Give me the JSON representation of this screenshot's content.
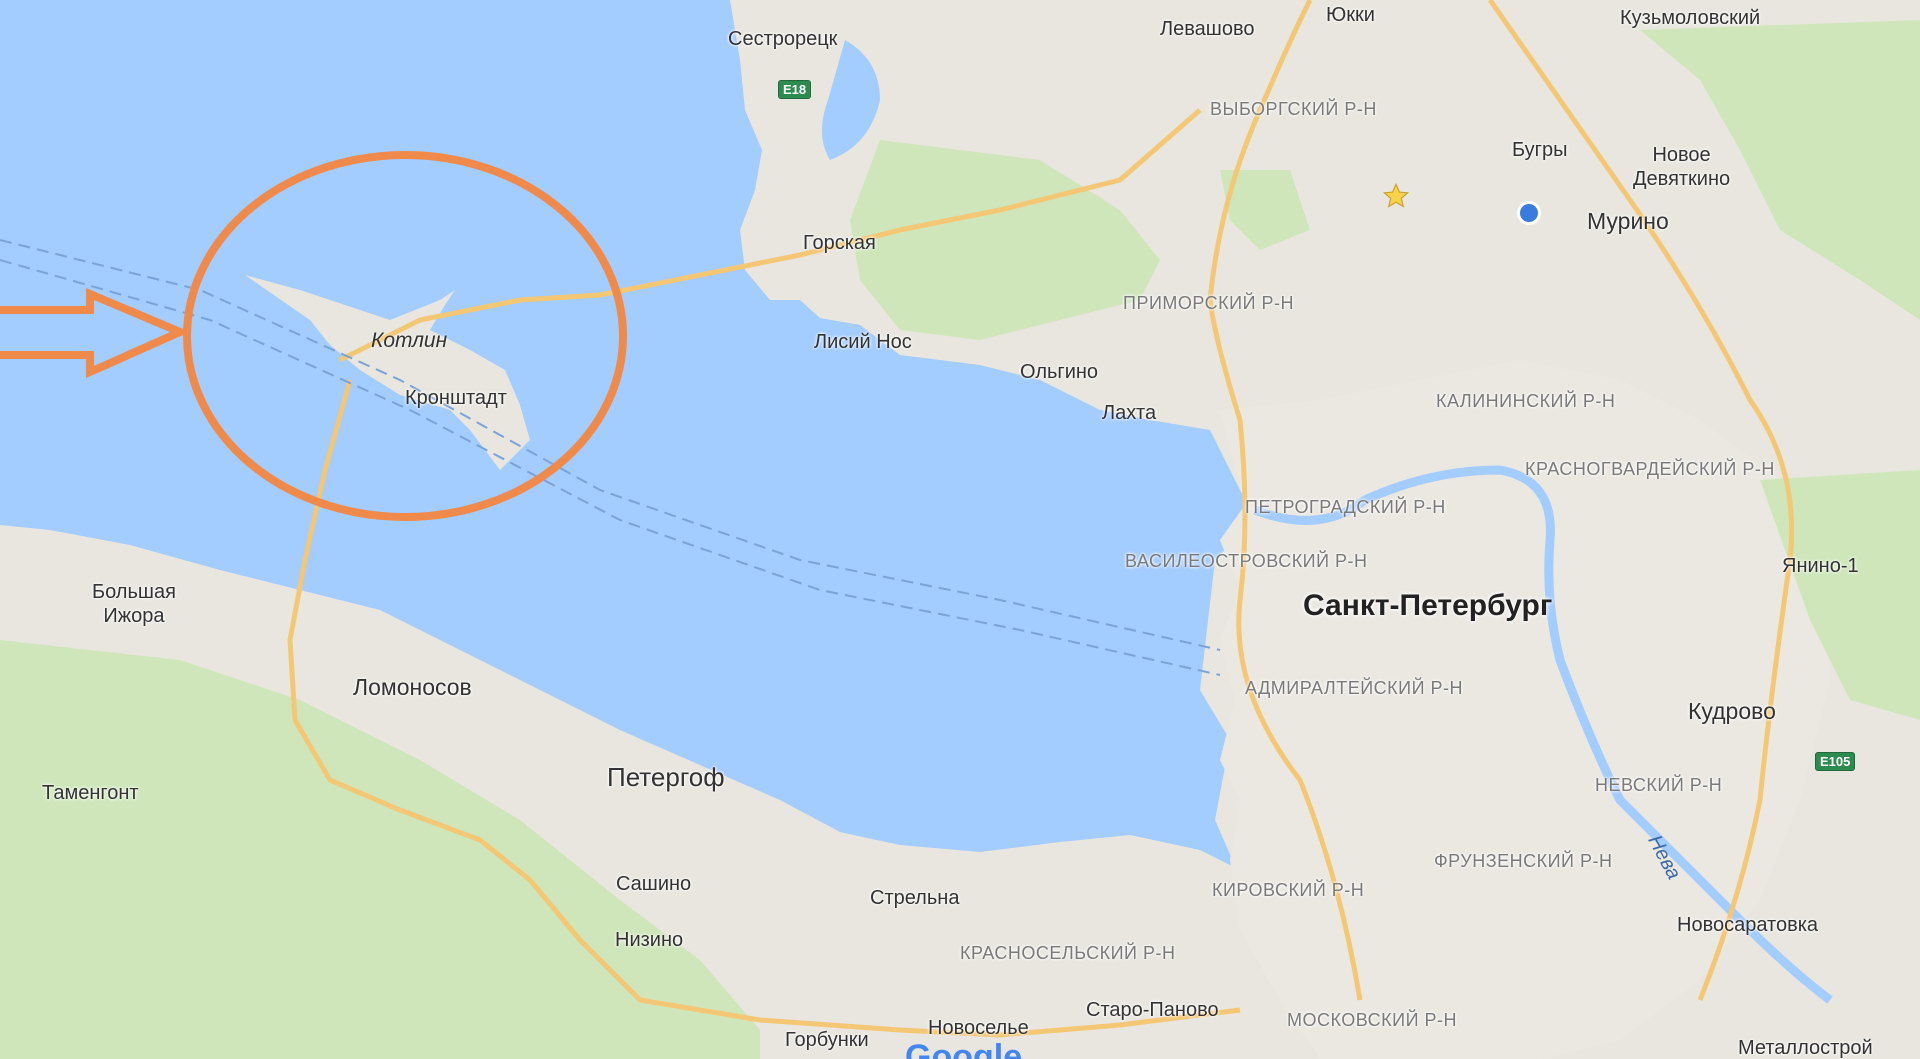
{
  "colors": {
    "water": "#a3ccff",
    "land": "#e8e6df",
    "forest": "#cfe6bb",
    "road": "#f4c775",
    "annotation": "#f08a4b"
  },
  "map": {
    "labels": {
      "sestroretsk": "Сестрорецк",
      "levashovo": "Левашово",
      "yukki": "Юкки",
      "kuzmolovsky": "Кузьмоловский",
      "vyborgsky": "ВЫБОРГСКИЙ Р-Н",
      "bugry": "Бугры",
      "novoe_devyatkino": "Новое\nДевяткино",
      "murino": "Мурино",
      "gorskaya": "Горская",
      "kotlin": "Котлин",
      "kronshtadt": "Кронштадт",
      "lisiy_nos": "Лисий Нос",
      "primorsky": "ПРИМОРСКИЙ Р-Н",
      "olgino": "Ольгино",
      "lakhta": "Лахта",
      "kalininsky": "КАЛИНИНСКИЙ Р-Н",
      "krasnogvardeysky": "КРАСНОГВАРДЕЙСКИЙ Р-Н",
      "petrogradsky": "ПЕТРОГРАДСКИЙ Р-Н",
      "vasileostrovsky": "ВАСИЛЕОСТРОВСКИЙ Р-Н",
      "bolshaya_izhora": "Большая\nИжора",
      "yanino": "Янино-1",
      "spb": "Санкт-Петербург",
      "lomonosov": "Ломоносов",
      "admiralteysky": "АДМИРАЛТЕЙСКИЙ Р-Н",
      "kudrovo": "Кудрово",
      "tamengont": "Таменгонт",
      "petergof": "Петергоф",
      "nevsky": "НЕВСКИЙ Р-Н",
      "neva": "Нева",
      "frunzensky": "ФРУНЗЕНСКИЙ Р-Н",
      "sashino": "Сашино",
      "strelna": "Стрельна",
      "kirovsky": "КИРОВСКИЙ Р-Н",
      "novosaratovka": "Новосаратовка",
      "nizino": "Низино",
      "krasnoselsky": "КРАСНОСЕЛЬСКИЙ Р-Н",
      "staro_panovo": "Старо-Паново",
      "moskovsky": "МОСКОВСКИЙ Р-Н",
      "gorbunki": "Горбунки",
      "novoselye": "Новоселье",
      "metallostroy": "Металлострой"
    },
    "shields": {
      "e18": "E18",
      "e105": "E105"
    },
    "markers": {
      "favorite": "star-icon",
      "current_location": "location-dot-icon"
    },
    "logo": "Google"
  }
}
